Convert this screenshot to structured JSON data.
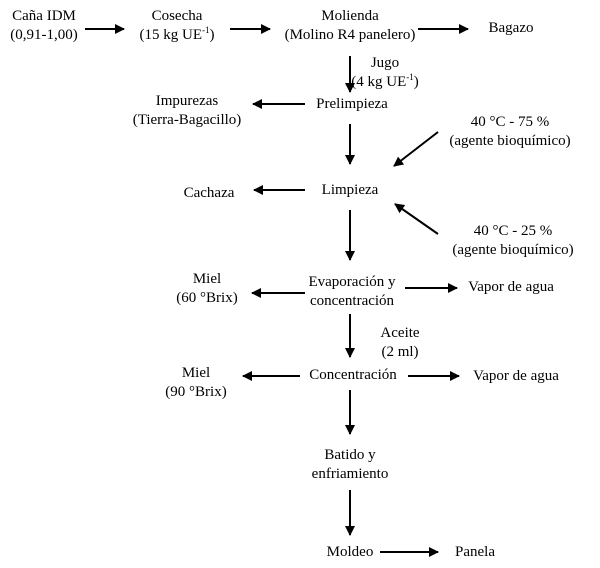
{
  "nodes": {
    "cana": {
      "line1": "Caña IDM",
      "line2": "(0,91-1,00)"
    },
    "cosecha": {
      "line1": "Cosecha",
      "line2_pre": "(15 kg UE",
      "line2_sup": "-1",
      "line2_post": ")"
    },
    "molienda": {
      "line1": "Molienda",
      "line2": "(Molino R4 panelero)"
    },
    "bagazo": {
      "line1": "Bagazo"
    },
    "jugo": {
      "line1": "Jugo",
      "line2_pre": "(4 kg UE",
      "line2_sup": "-1",
      "line2_post": ")"
    },
    "impurezas": {
      "line1": "Impurezas",
      "line2": "(Tierra-Bagacillo)"
    },
    "prelimpieza": {
      "line1": "Prelimpieza"
    },
    "cond_75": {
      "line1": "40 °C - 75 %",
      "line2": "(agente bioquímico)"
    },
    "cachaza": {
      "line1": "Cachaza"
    },
    "limpieza": {
      "line1": "Limpieza"
    },
    "cond_25": {
      "line1": "40 °C - 25 %",
      "line2": "(agente bioquímico)"
    },
    "miel60": {
      "line1": "Miel",
      "line2": "(60 °Brix)"
    },
    "evaporacion": {
      "line1": "Evaporación y",
      "line2": "concentración"
    },
    "vapor1": {
      "line1": "Vapor de agua"
    },
    "aceite": {
      "line1": "Aceite",
      "line2": "(2 ml)"
    },
    "miel90": {
      "line1": "Miel",
      "line2": "(90 °Brix)"
    },
    "concentracion": {
      "line1": "Concentración"
    },
    "vapor2": {
      "line1": "Vapor de agua"
    },
    "batido": {
      "line1": "Batido y",
      "line2": "enfriamiento"
    },
    "moldeo": {
      "line1": "Moldeo"
    },
    "panela": {
      "line1": "Panela"
    }
  }
}
